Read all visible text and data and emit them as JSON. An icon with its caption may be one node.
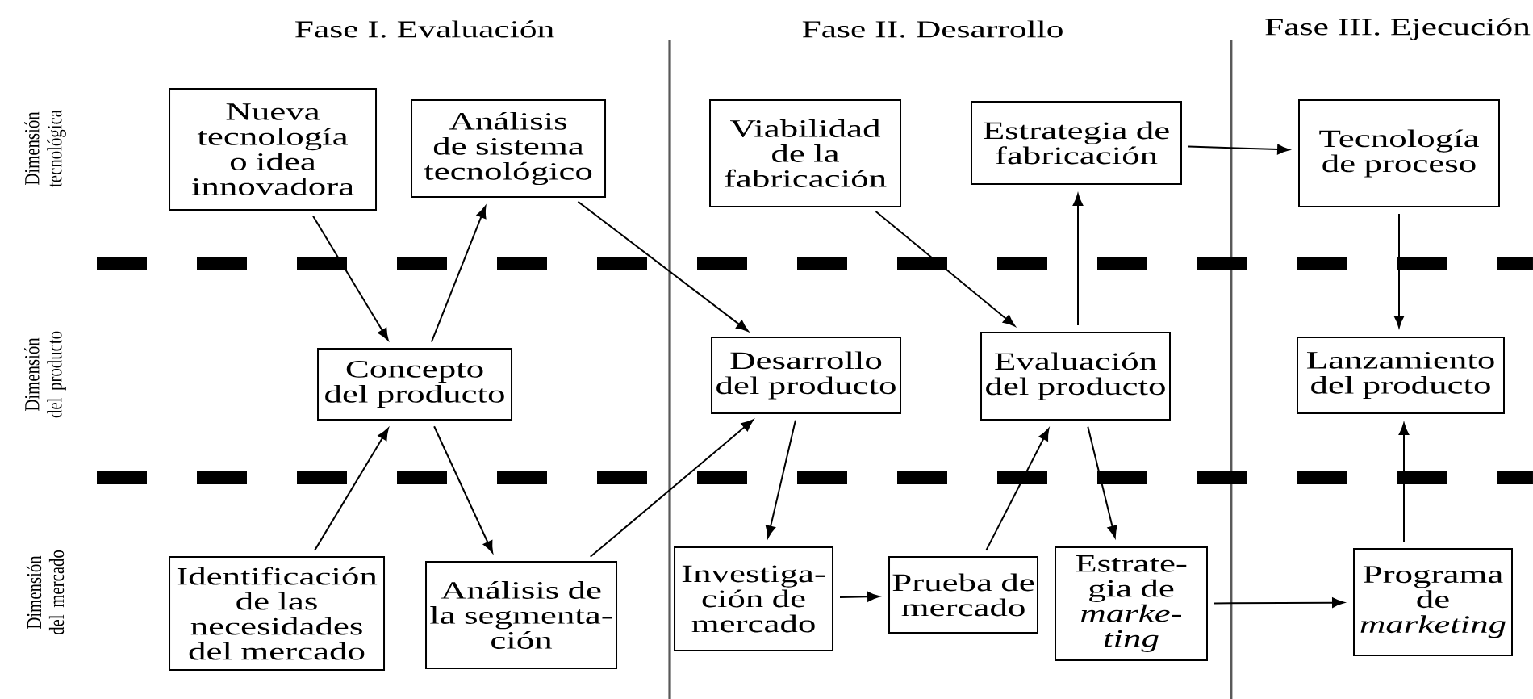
{
  "diagram": {
    "nodes": [
      {
        "text": [
          "Nueva tecnología o idea innovadora"
        ]
      },
      {
        "text": [
          "Análisis de sistema tecnológico"
        ]
      },
      {
        "text": [
          "Concepto del producto"
        ]
      },
      {
        "text": [
          "Identificación de las necesidades del mercado"
        ]
      },
      {
        "text": [
          "Análisis de la segmenta- ción"
        ]
      },
      {
        "text": [
          "Viabilidad de la fabricación"
        ]
      },
      {
        "text": [
          "Estrategia de fabricación"
        ]
      },
      {
        "text": [
          "Tecnología de proceso"
        ]
      },
      {
        "text": [
          "Desarrollo del producto"
        ]
      },
      {
        "text": [
          "Evaluación del producto"
        ]
      },
      {
        "text": [
          "Lanzamiento del producto"
        ]
      },
      {
        "text": [
          "Investiga- ción de mercado"
        ]
      },
      {
        "text": [
          "Prueba de mercado"
        ]
      },
      {
        "text": [
          "Estrate- gia de *marke- ting*"
        ]
      },
      {
        "text": [
          "Programa de *marketing*"
        ]
      }
    ],
    "edges": [
      {
        "from": 0,
        "to": 2,
        "arrow": "to"
      },
      {
        "from": 2,
        "to": 1,
        "arrow": "to"
      },
      {
        "from": 1,
        "to": 8,
        "arrow": "to"
      },
      {
        "from": 3,
        "to": 2,
        "arrow": "to"
      },
      {
        "from": 2,
        "to": 4,
        "arrow": "to"
      },
      {
        "from": 4,
        "to": 8,
        "arrow": "to"
      },
      {
        "from": 5,
        "to": 9,
        "arrow": "to"
      },
      {
        "from": 8,
        "to": 11,
        "arrow": "to"
      },
      {
        "from": 11,
        "to": 12,
        "arrow": "to"
      },
      {
        "from": 12,
        "to": 9,
        "arrow": "to"
      },
      {
        "from": 9,
        "to": 6,
        "arrow": "to"
      },
      {
        "from": 9,
        "to": 13,
        "arrow": "to"
      },
      {
        "from": 6,
        "to": 7,
        "arrow": "to"
      },
      {
        "from": 13,
        "to": 14,
        "arrow": "to"
      },
      {
        "from": 7,
        "to": 10,
        "arrow": "to"
      },
      {
        "from": 14,
        "to": 10,
        "arrow": "to"
      }
    ],
    "labels": [
      "Fase I. Evaluación",
      "Fase II. Desarrollo",
      "Fase III. Ejecución",
      "Dimensión tecnológica",
      "Dimensión del producto",
      "Dimensión del mercado"
    ]
  }
}
